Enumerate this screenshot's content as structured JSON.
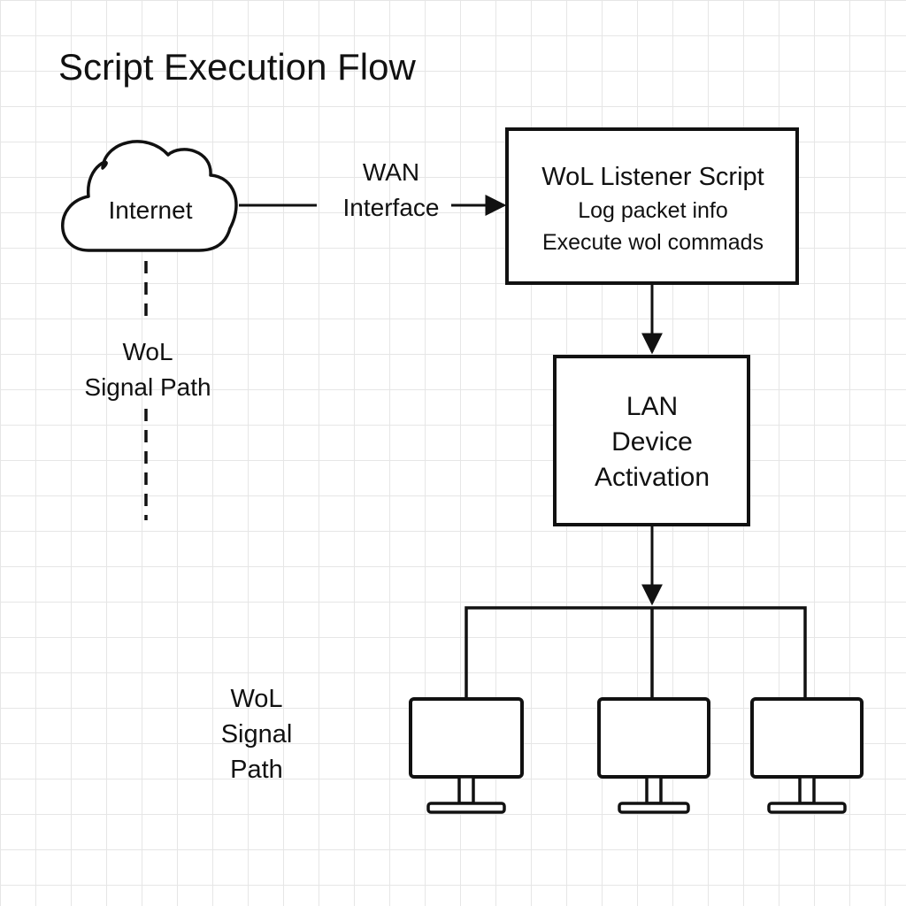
{
  "title": "Script Execution Flow",
  "cloud": {
    "label": "Internet"
  },
  "wan_label": {
    "line1": "WAN",
    "line2": "Interface"
  },
  "listener": {
    "title": "WoL Listener Script",
    "line1": "Log packet info",
    "line2": "Execute wol commads"
  },
  "lan_box": {
    "line1": "LAN",
    "line2": "Device",
    "line3": "Activation"
  },
  "signal_path_top": {
    "line1": "WoL",
    "line2": "Signal Path"
  },
  "signal_path_bottom": {
    "line1": "WoL",
    "line2": "Signal",
    "line3": "Path"
  },
  "icons": {
    "computers": [
      "computer-icon",
      "computer-icon",
      "computer-icon"
    ],
    "cloud": "cloud-icon"
  },
  "colors": {
    "stroke": "#111111",
    "grid": "#e6e6e6",
    "background": "#ffffff"
  }
}
